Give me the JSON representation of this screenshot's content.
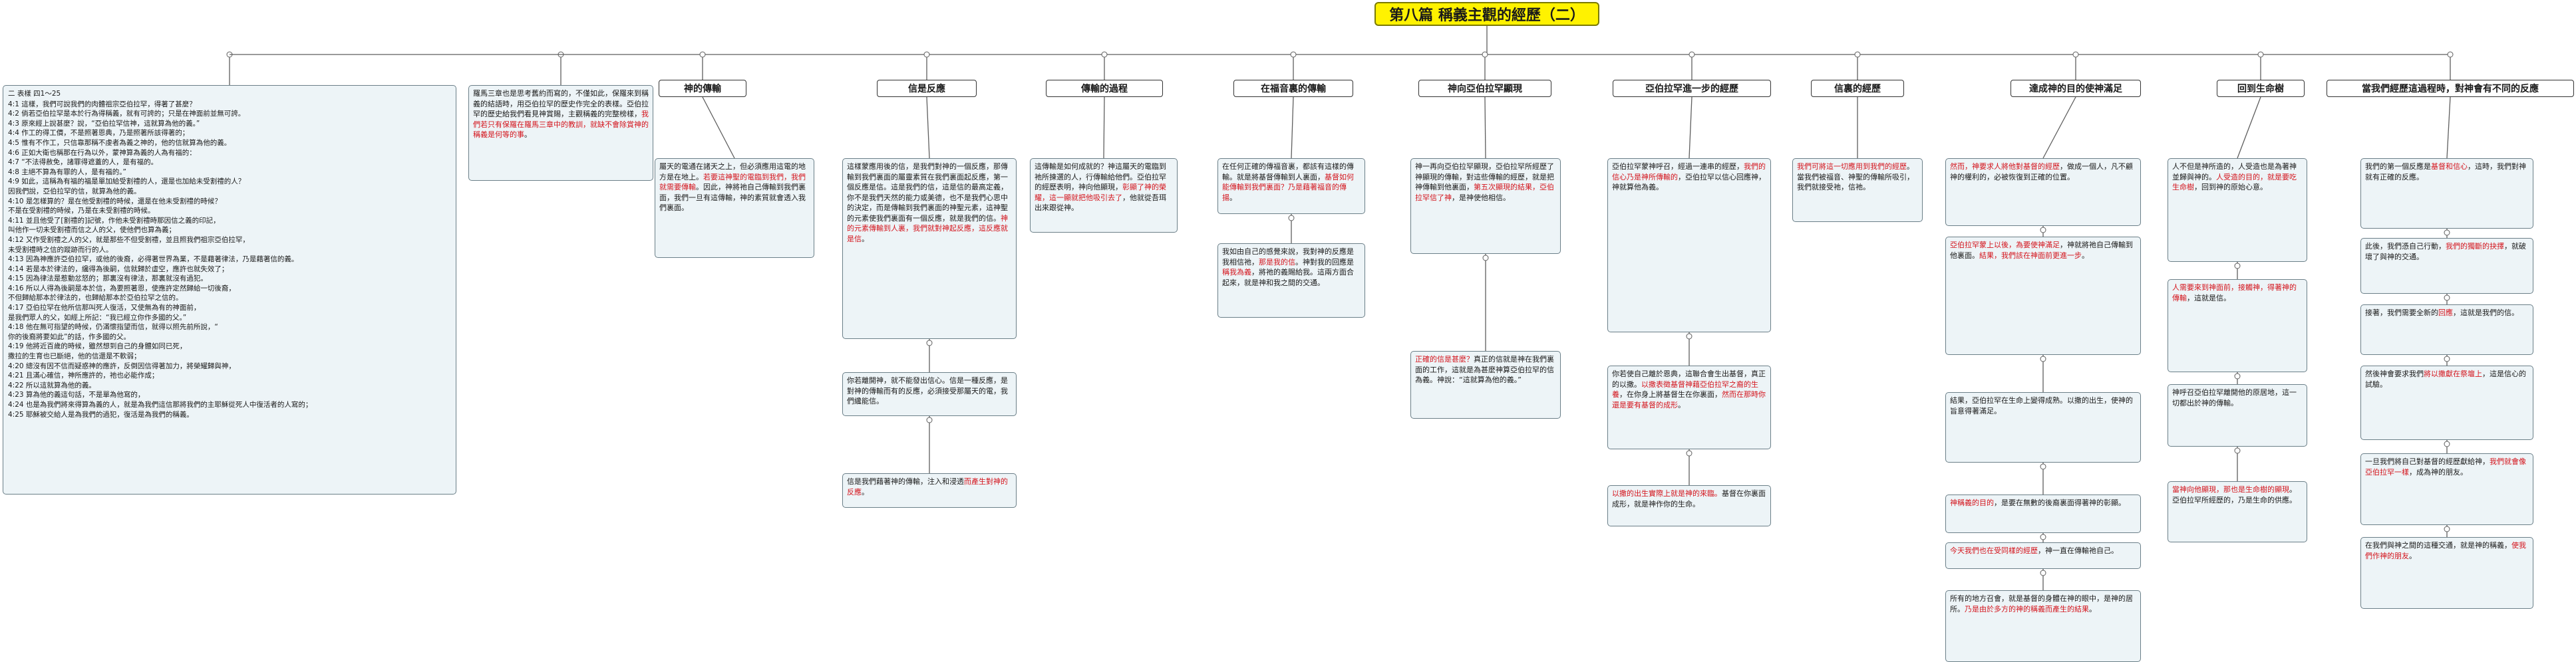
{
  "diagram": {
    "title": "第八篇  稱義主觀的經歷（二）",
    "passage": {
      "heading": "二  表樣    四1～25",
      "lines": [
        "4:1  這樣，我們可說我們的肉體祖宗亞伯拉罕，得著了甚麼？",
        "4:2  倘若亞伯拉罕是本於行為得稱義，就有可誇的；只是在神面前並無可誇。",
        "4:3  原來經上說甚麼？說，“亞伯拉罕信神，這就算為他的義。”",
        "4:4  作工的得工價，不是照著恩典，乃是照著所該得著的；",
        "4:5  惟有不作工，只信靠那稱不虔者為義之神的，他的信就算為他的義。",
        "4:6  正如大衛也稱那在行為以外，蒙神算為義的人為有福的：",
        "4:7  “不法得赦免，諸罪得遮蓋的人，是有福的。",
        "4:8  主絕不算為有罪的人，是有福的。”",
        "4:9  如此，這稱為有福的福是單加給受割禮的人，還是也加給未受割禮的人？",
        "因我們說，亞伯拉罕的信，就算為他的義。",
        "4:10  是怎樣算的？是在他受割禮的時候，還是在他未受割禮的時候？",
        "不是在受割禮的時候，乃是在未受割禮的時候。",
        "4:11  並且他受了[割禮的]記號，作他未受割禮時那因信之義的印記，",
        "叫他作一切未受割禮而信之人的父，使他們也算為義；",
        "4:12  又作受割禮之人的父，就是那些不但受割禮，並且照我們祖宗亞伯拉罕，",
        "未受割禮時之信的蹤跡而行的人。",
        "4:13  因為神應許亞伯拉罕，或他的後裔，必得著世界為業，不是藉著律法，乃是藉著信的義。",
        "4:14  若是本於律法的，纔得為後嗣，信就歸於虛空，應許也就失效了；",
        "4:15  因為律法是惹動忿怒的；那裏沒有律法，那裏就沒有過犯。",
        "4:16  所以人得為後嗣是本於信，為要照著恩，使應許定然歸給一切後裔，",
        "不但歸給那本於律法的，也歸給那本於亞伯拉罕之信的。",
        "4:17  亞伯拉罕在他所信那叫死人復活，又使無為有的神面前，",
        "是我們眾人的父，如經上所記：“我已經立你作多國的父。”",
        "4:18  他在無可指望的時候，仍滿懷指望而信，就得以照先前所說，“",
        "你的後裔將要如此”的話，作多國的父。",
        "4:19  他將近百歲的時候，雖然想到自己的身體如同已死，",
        "撒拉的生育也已斷絕，他的信還是不軟弱；",
        "4:20  總沒有因不信而疑惑神的應許，反倒因信得著加力，將榮耀歸與神，",
        "4:21  且滿心確信，神所應許的，祂也必能作成；",
        "4:22  所以這就算為他的義。",
        "4:23  算為他的義這句話，不是單為他寫的，",
        "4:24  也是為我們將來得算為義的人，就是為我們這信那將我們的主耶穌從死人中復活者的人寫的；",
        "4:25  耶穌被交給人是為我們的過犯，復活是為我們的稱義。"
      ]
    },
    "intro": [
      {
        "t": "羅馬三章也是思考舊約而寫的，不僅如此，保羅來到稱義的結語時，用亞伯拉罕的歷史作完全的表樣。亞伯拉罕的歷史給我們看見神賞賜，主觀稱義的完整榜樣，",
        "red": false
      },
      {
        "t": "我們若只有保羅在羅馬三章中的教訓，就缺不會除賞神的稱義是何等的事",
        "red": true
      },
      {
        "t": "。",
        "red": false
      }
    ],
    "topics": [
      {
        "label": "神的傳輸",
        "boxes": [
          [
            {
              "t": "屬天的電通在諸天之上，但必須應用這電的地方是在地上。",
              "red": false
            },
            {
              "t": "若要這神聖的電臨到我們，我們就需要傳輸",
              "red": true
            },
            {
              "t": "。因此，神將祂自己傳輸到我們裏面，我們一旦有這傳輸，神的素質就會透入我們裏面。",
              "red": false
            }
          ]
        ]
      },
      {
        "label": "信是反應",
        "boxes": [
          [
            {
              "t": "這樣蒙應用後的信，是我們對神的一個反應，那傳輸到我們裏面的屬靈素質在我們裏面起反應，第一個反應是信。這是我們的信，這是信的最高定義，你不是我們天然的能力或美德，也不是我們心思中的決定，而是傳輸到我們裏面的神聖元素，這神聖的元素使我們裏面有一個反應，就是我們的信。",
              "red": false
            },
            {
              "t": "神的元素傳輸到人裏，我們就對神起反應，這反應就是信",
              "red": true
            },
            {
              "t": "。",
              "red": false
            }
          ],
          [
            {
              "t": "你若離開神，就不能發出信心。信是一種反應，是對神的傳輸而有的反應，必須接受那屬天的電，我們纔能信。",
              "red": false
            }
          ],
          [
            {
              "t": "信是我們藉著神的傳輸，注入和浸透",
              "red": false
            },
            {
              "t": "而產生對神的反應",
              "red": true
            },
            {
              "t": "。",
              "red": false
            }
          ]
        ]
      },
      {
        "label": "傳輸的過程",
        "boxes": [
          [
            {
              "t": "這傳輸是如何成就的？神這屬天的電臨到祂所揀選的人，行傳輸給他們。亞伯拉罕的經歷表明，神向他顯現，",
              "red": false
            },
            {
              "t": "彰顯了神的榮耀，這一顯就把他吸引去了",
              "red": true
            },
            {
              "t": "，他就從吾珥出來跟從神。",
              "red": false
            }
          ]
        ]
      },
      {
        "label": "在福音裏的傳輸",
        "boxes": [
          [
            {
              "t": "在任何正確的傳福音裏，都該有這樣的傳輸。就是將基督傳輸到人裏面，",
              "red": false
            },
            {
              "t": "基督如何能傳輸到我們裏面？乃是藉著福音的傳揚",
              "red": true
            },
            {
              "t": "。",
              "red": false
            }
          ],
          [
            {
              "t": "我如由自己的感覺來說，我對神的反應是我相信祂，",
              "red": false
            },
            {
              "t": "那是我的信",
              "red": true
            },
            {
              "t": "。神對我的回應是",
              "red": false
            },
            {
              "t": "稱我為義",
              "red": true
            },
            {
              "t": "，將祂的義賜給我。這兩方面合起來，就是神和我之間的交通。",
              "red": false
            }
          ]
        ]
      },
      {
        "label": "神向亞伯拉罕顯現",
        "boxes": [
          [
            {
              "t": "神一再向亞伯拉罕顯現，亞伯拉罕所經歷了神顯現的傳輸，對這些傳輸的經歷，就是把神傳輸到他裏面，",
              "red": false
            },
            {
              "t": "第五次顯現的結果，亞伯拉罕信了神",
              "red": true
            },
            {
              "t": "，是神使他相信。",
              "red": false
            }
          ],
          [
            {
              "t": "正確的信是甚麼？",
              "red": true
            },
            {
              "t": "真正的信就是神在我們裏面的工作，這就是為甚麼神算亞伯拉罕的信為義。神說：“這就算為他的義。”",
              "red": false
            }
          ]
        ]
      },
      {
        "label": "亞伯拉罕進一步的經歷",
        "boxes": [
          [
            {
              "t": "亞伯拉罕蒙神呼召，經過一連串的經歷，",
              "red": false
            },
            {
              "t": "我們的信心乃是神所傳輸的",
              "red": true
            },
            {
              "t": "，亞伯拉罕以信心回應神，神就算他為義。",
              "red": false
            }
          ],
          [
            {
              "t": "你若使自己離於恩典，這聯合會生出基督，真正的以撒。",
              "red": false
            },
            {
              "t": "以撒表徵基督神藉亞伯拉罕之裔的生養",
              "red": true
            },
            {
              "t": "，在你身上將基督生在你裏面，",
              "red": false
            },
            {
              "t": "然而在那時你還是要有基督的成形",
              "red": true
            },
            {
              "t": "。",
              "red": false
            }
          ],
          [
            {
              "t": "以撒的出生實際上就是神的來臨。",
              "red": true
            },
            {
              "t": "基督在你裏面成形，就是神作你的生命。",
              "red": false
            }
          ]
        ]
      },
      {
        "label": "信裏的經歷",
        "boxes": [
          [
            {
              "t": "我們可將這一切應用到我們的經歷",
              "red": true
            },
            {
              "t": "。當我們被福音、神聖的傳輸所吸引，我們就接受祂，信祂。",
              "red": false
            }
          ]
        ]
      },
      {
        "label": "達成神的目的使神滿足",
        "boxes": [
          [
            {
              "t": "然而，神要求人將他對基督的經歷",
              "red": true
            },
            {
              "t": "，做成一個人，凡不顧神的權利的，必被恢復到正確的位置。",
              "red": false
            }
          ],
          [
            {
              "t": "亞伯拉罕蒙上以後，為要使神滿足",
              "red": true
            },
            {
              "t": "，神就將祂自己傳輸到他裏面。",
              "red": false
            },
            {
              "t": "結果，我們該在神面前更進一步",
              "red": true
            },
            {
              "t": "。",
              "red": false
            }
          ],
          [
            {
              "t": "結果，亞伯拉罕在生命上變得成熟。以撒的出生，使神的旨意得著滿足。",
              "red": false
            },
            {
              "t": "",
              "red": false
            }
          ],
          [
            {
              "t": "神稱義的目的",
              "red": true
            },
            {
              "t": "，是要在無數的後裔裏面得著神的彰顯。",
              "red": false
            }
          ],
          [
            {
              "t": "今天我們也在受同樣的經歷",
              "red": true
            },
            {
              "t": "，神一直在傳輸祂自己。",
              "red": false
            }
          ],
          [
            {
              "t": "所有的地方召會，就是基督的身體在神的眼中，是神的居所。",
              "red": false
            },
            {
              "t": "乃是由於多方的神的稱義而產生的結果",
              "red": true
            },
            {
              "t": "。",
              "red": false
            }
          ]
        ]
      },
      {
        "label": "回到生命樹",
        "boxes": [
          [
            {
              "t": "人不但是神所造的，人受造也是為著神並歸與神的。",
              "red": false
            },
            {
              "t": "人受造的目的，就是要吃生命樹",
              "red": true
            },
            {
              "t": "，回到神的原始心意。",
              "red": false
            }
          ],
          [
            {
              "t": "人需要來到神面前，接觸神，得著神的傳輸",
              "red": true
            },
            {
              "t": "，這就是信。",
              "red": false
            }
          ],
          [
            {
              "t": "神呼召亞伯拉罕離開他的原居地，這一切都出於神的傳輸。",
              "red": false
            }
          ],
          [
            {
              "t": "當神向他顯現，那也是生命樹的顯現",
              "red": true
            },
            {
              "t": "。亞伯拉罕所經歷的，乃是生命的供應。",
              "red": false
            }
          ]
        ]
      },
      {
        "label": "當我們經歷這過程時，對神會有不同的反應",
        "boxes": [
          [
            {
              "t": "我們的第一個反應是",
              "red": false
            },
            {
              "t": "基督和信心",
              "red": true
            },
            {
              "t": "，這時，我們對神就有正確的反應。",
              "red": false
            }
          ],
          [
            {
              "t": "此後，我們憑自己行動，",
              "red": false
            },
            {
              "t": "我們的獨斷的抉擇",
              "red": true
            },
            {
              "t": "，就破壞了與神的交通。",
              "red": false
            }
          ],
          [
            {
              "t": "接著，我們需要全新的",
              "red": false
            },
            {
              "t": "回應",
              "red": true
            },
            {
              "t": "，這就是我們的信。",
              "red": false
            }
          ],
          [
            {
              "t": "然後神會要求我們",
              "red": false
            },
            {
              "t": "將以撒獻在祭壇上",
              "red": true
            },
            {
              "t": "，這是信心的試驗。",
              "red": false
            }
          ],
          [
            {
              "t": "一旦我們將自己對基督的經歷獻給神，",
              "red": false
            },
            {
              "t": "我們就會像亞伯拉罕一樣",
              "red": true
            },
            {
              "t": "，成為神的朋友。",
              "red": false
            }
          ],
          [
            {
              "t": "在我們與神之間的這種交通，就是神的稱義，",
              "red": false
            },
            {
              "t": "使我們作神的朋友",
              "red": true
            },
            {
              "t": "。",
              "red": false
            }
          ]
        ]
      }
    ]
  }
}
